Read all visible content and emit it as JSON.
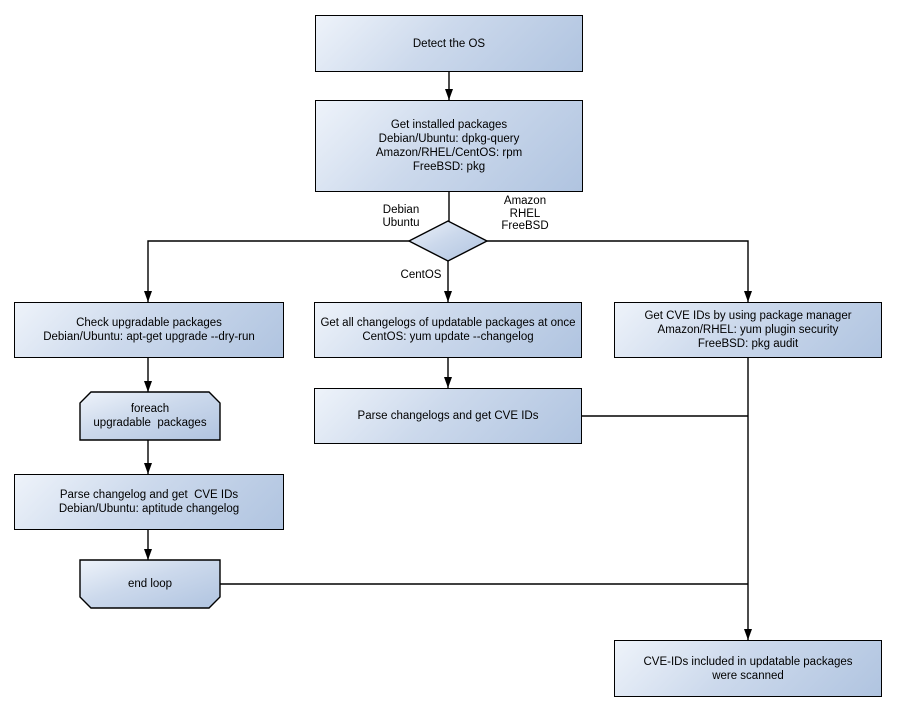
{
  "diagram": {
    "title": "OS package CVE scan flowchart",
    "colors": {
      "background": "#ffffff",
      "node_fill_light": "#eef3fa",
      "node_fill_dark": "#b0c4e0",
      "node_border": "#000000",
      "connector": "#000000",
      "text": "#000000"
    }
  },
  "nodes": {
    "detect_os": {
      "lines": [
        "Detect the OS"
      ]
    },
    "get_installed": {
      "lines": [
        "Get installed packages",
        "Debian/Ubuntu: dpkg-query",
        "Amazon/RHEL/CentOS: rpm",
        "FreeBSD: pkg"
      ]
    },
    "check_upgradable": {
      "lines": [
        "Check upgradable packages",
        "Debian/Ubuntu: apt-get upgrade --dry-run"
      ]
    },
    "foreach_loop": {
      "lines": [
        "foreach",
        "upgradable  packages"
      ]
    },
    "parse_changelog": {
      "lines": [
        "Parse changelog and get  CVE IDs",
        "Debian/Ubuntu: aptitude changelog"
      ]
    },
    "end_loop": {
      "lines": [
        "end loop"
      ]
    },
    "get_all_changelogs": {
      "lines": [
        "Get all changelogs of updatable packages at once",
        "CentOS: yum update --changelog"
      ]
    },
    "parse_changelogs": {
      "lines": [
        "Parse changelogs and get CVE IDs"
      ]
    },
    "get_cve_ids": {
      "lines": [
        "Get CVE IDs by using package manager",
        "Amazon/RHEL: yum plugin security",
        "FreeBSD: pkg audit"
      ]
    },
    "scanned": {
      "lines": [
        "CVE-IDs included in updatable packages",
        "were scanned"
      ]
    }
  },
  "edge_labels": {
    "debian_ubuntu": {
      "lines": [
        "Debian",
        "Ubuntu"
      ]
    },
    "amazon_rhel_freebsd": {
      "lines": [
        "Amazon",
        "RHEL",
        "FreeBSD"
      ]
    },
    "centos": {
      "lines": [
        "CentOS"
      ]
    }
  }
}
